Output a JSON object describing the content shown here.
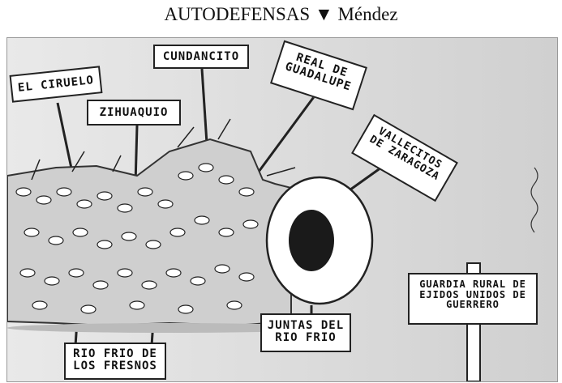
{
  "header": {
    "title": "AUTODEFENSAS ▼ Méndez"
  },
  "signs": [
    {
      "text": "EL CIRUELO"
    },
    {
      "text": "CUNDANCITO"
    },
    {
      "text": "ZIHUAQUIO"
    },
    {
      "text": "REAL DE GUADALUPE"
    },
    {
      "text": "VALLECITOS DE ZARAGOZA"
    },
    {
      "text": "JUNTAS DEL RIO FRIO"
    },
    {
      "text": "RIO FRIO DE LOS FRESNOS"
    },
    {
      "text": "GUARDIA RURAL DE EJIDOS UNIDOS DE GUERRERO"
    }
  ],
  "colors": {
    "background_light": "#e9e9e9",
    "background_dark": "#d0d0d0",
    "ink": "#111111"
  }
}
